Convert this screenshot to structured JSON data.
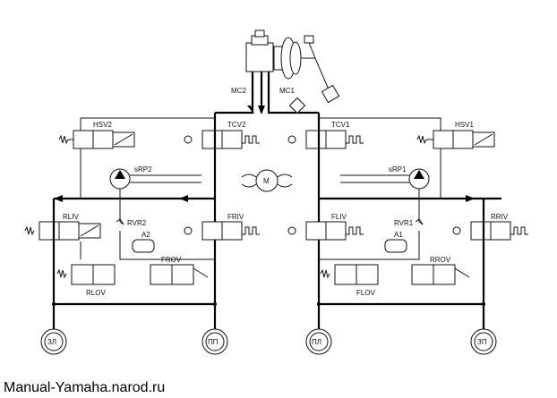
{
  "watermark": "Manual-Yamaha.narod.ru",
  "labels": {
    "mc1": "MC1",
    "mc2": "MC2",
    "hsv1": "HSV1",
    "hsv2": "HSV2",
    "tcv1": "TCV1",
    "tcv2": "TCV2",
    "srp1": "sRP1",
    "srp2": "sRP2",
    "rliv": "RLIV",
    "friv": "FRIV",
    "fliv": "FLIV",
    "rriv": "RRIV",
    "rvr1": "RVR1",
    "rvr2": "RVR2",
    "a1": "A1",
    "a2": "A2",
    "rlov": "RLOV",
    "frov": "FROV",
    "flov": "FLOV",
    "rrov": "RROV",
    "motor": "M"
  },
  "wheels": {
    "rear_left": "ЗЛ",
    "front_right": "ПП",
    "front_left": "ПЛ",
    "rear_right": "ЗП"
  }
}
